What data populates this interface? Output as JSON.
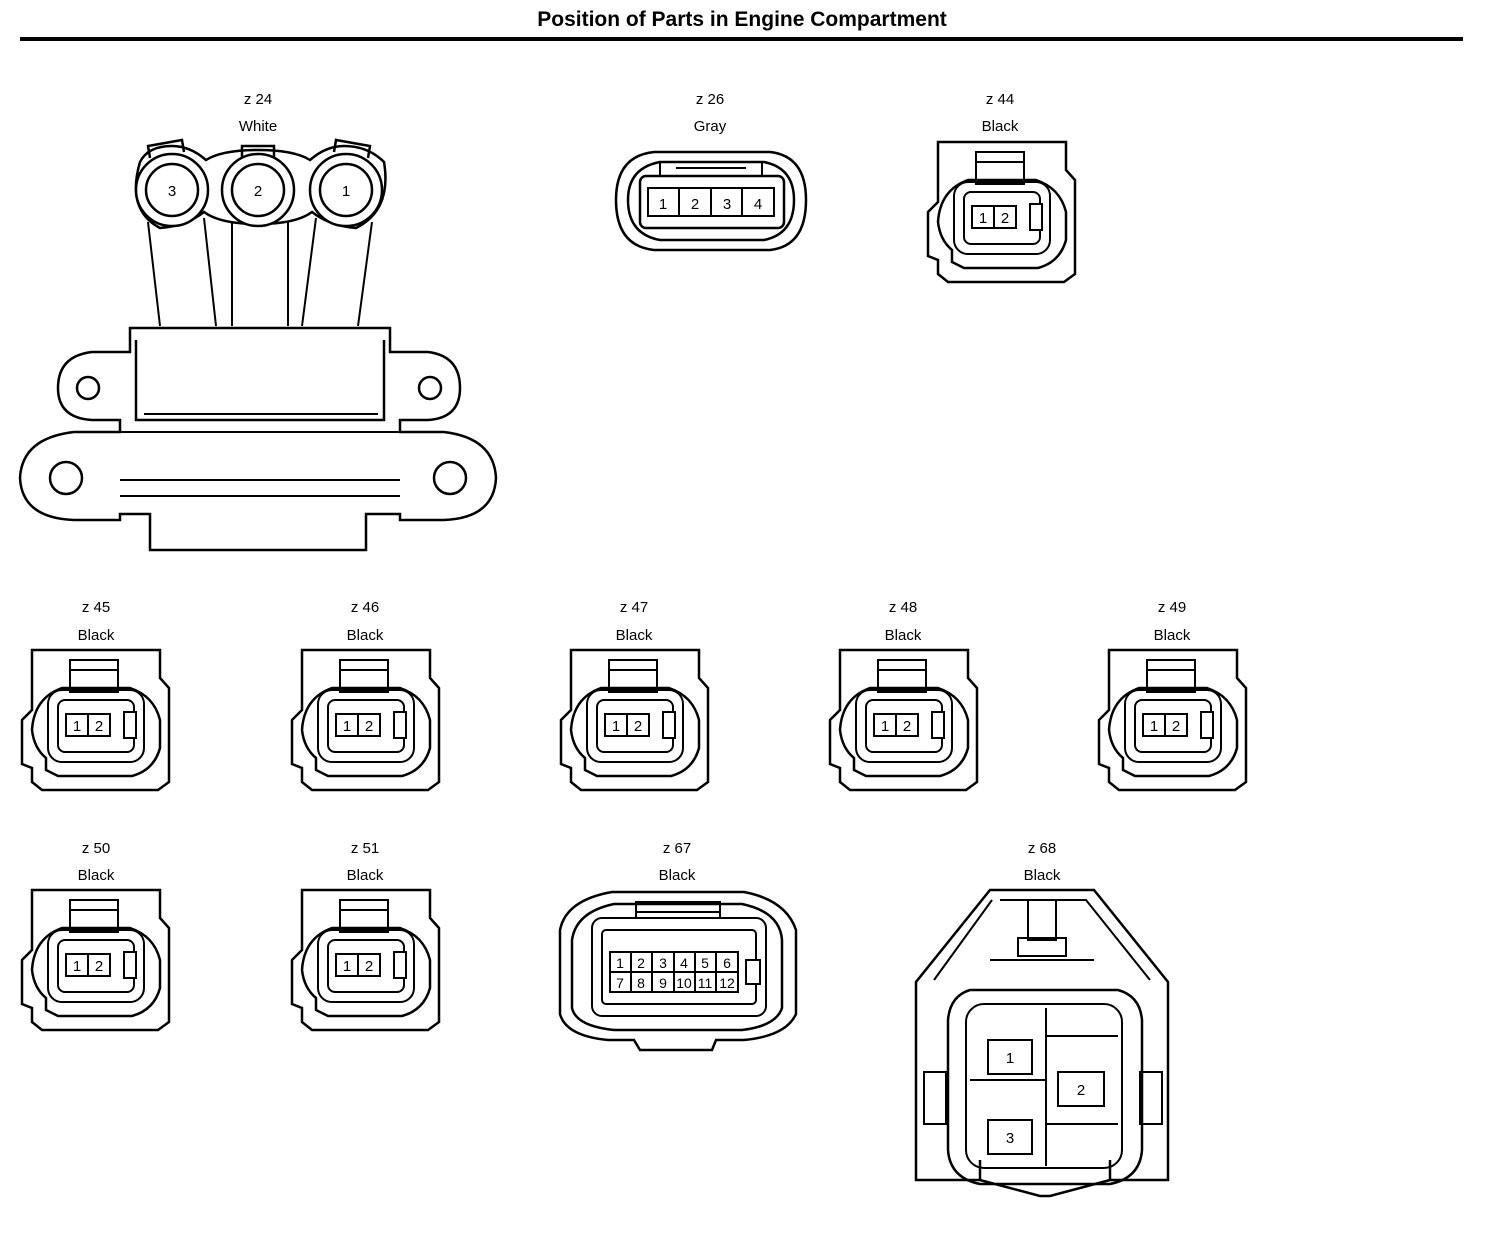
{
  "title": "Position of Parts in Engine Compartment",
  "connectors": [
    {
      "id": "z 24",
      "color": "White",
      "pins": [
        "3",
        "2",
        "1"
      ]
    },
    {
      "id": "z 26",
      "color": "Gray",
      "pins": [
        "1",
        "2",
        "3",
        "4"
      ]
    },
    {
      "id": "z 44",
      "color": "Black",
      "pins": [
        "1",
        "2"
      ]
    },
    {
      "id": "z 45",
      "color": "Black",
      "pins": [
        "1",
        "2"
      ]
    },
    {
      "id": "z 46",
      "color": "Black",
      "pins": [
        "1",
        "2"
      ]
    },
    {
      "id": "z 47",
      "color": "Black",
      "pins": [
        "1",
        "2"
      ]
    },
    {
      "id": "z 48",
      "color": "Black",
      "pins": [
        "1",
        "2"
      ]
    },
    {
      "id": "z 49",
      "color": "Black",
      "pins": [
        "1",
        "2"
      ]
    },
    {
      "id": "z 50",
      "color": "Black",
      "pins": [
        "1",
        "2"
      ]
    },
    {
      "id": "z 51",
      "color": "Black",
      "pins": [
        "1",
        "2"
      ]
    },
    {
      "id": "z 67",
      "color": "Black",
      "pins": [
        "1",
        "2",
        "3",
        "4",
        "5",
        "6",
        "7",
        "8",
        "9",
        "10",
        "11",
        "12"
      ]
    },
    {
      "id": "z 68",
      "color": "Black",
      "pins": [
        "1",
        "2",
        "3"
      ]
    }
  ]
}
